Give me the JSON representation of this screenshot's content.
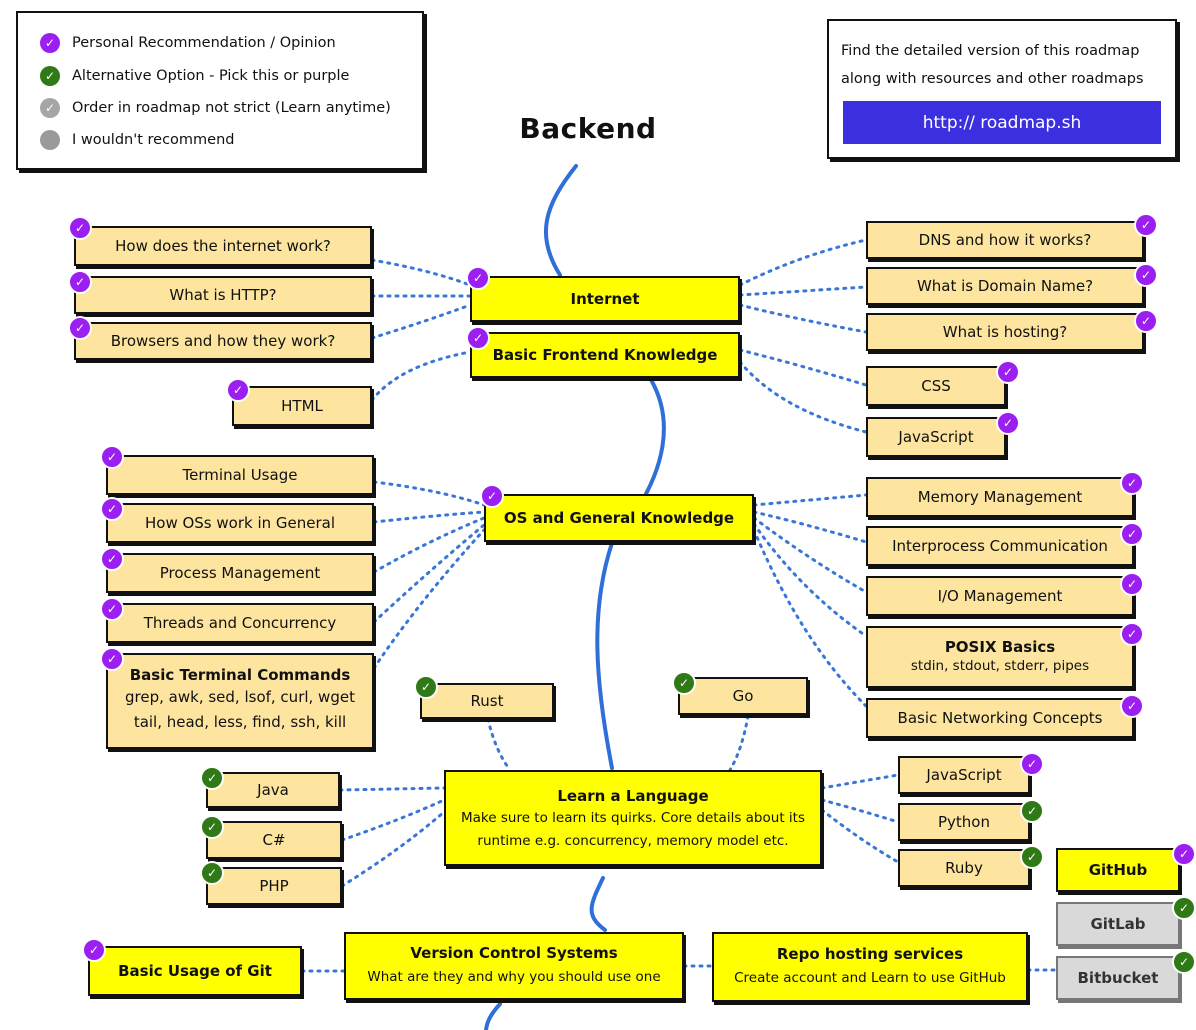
{
  "colors": {
    "purple": "#9a1ff0",
    "green": "#2f7a16",
    "gray_check": "#a6a6a6",
    "gray_circle": "#9a9a9a",
    "main_node": "#ffff00",
    "sub_node": "#fde59f",
    "disabled_node": "#d9d9d9",
    "curve": "#2f6fd8",
    "dots": "#3a76d8",
    "link_button": "#3b2fe0"
  },
  "icons": {
    "check": "✓",
    "purple_check": "purple-check-icon",
    "green_check": "green-check-icon",
    "gray_check": "gray-check-icon",
    "gray_circle": "gray-circle-icon"
  },
  "legend": {
    "items": [
      {
        "label": "Personal Recommendation / Opinion",
        "icon": "purple-check-icon"
      },
      {
        "label": "Alternative Option - Pick this or purple",
        "icon": "green-check-icon"
      },
      {
        "label": "Order in roadmap not strict (Learn anytime)",
        "icon": "gray-check-icon"
      },
      {
        "label": "I wouldn't recommend",
        "icon": "gray-circle-icon"
      }
    ]
  },
  "promo": {
    "line1": "Find the detailed version of this roadmap",
    "line2": "along with resources and other roadmaps",
    "link": "http:// roadmap.sh"
  },
  "title": "Backend",
  "nodes": {
    "internet": "Internet",
    "frontend": "Basic Frontend Knowledge",
    "internet_work": "How does the internet work?",
    "http": "What is HTTP?",
    "browsers": "Browsers and how they work?",
    "html": "HTML",
    "dns": "DNS and how it works?",
    "domain": "What is Domain Name?",
    "hosting": "What is hosting?",
    "css": "CSS",
    "js_front": "JavaScript",
    "os": "OS and General Knowledge",
    "terminal": "Terminal Usage",
    "os_work": "How OSs work in General",
    "process": "Process Management",
    "threads": "Threads and Concurrency",
    "cmds_title": "Basic Terminal Commands",
    "cmds_line1": "grep, awk, sed, lsof, curl, wget",
    "cmds_line2": "tail, head, less, find, ssh, kill",
    "memory": "Memory Management",
    "ipc": "Interprocess Communication",
    "io": "I/O Management",
    "posix_title": "POSIX Basics",
    "posix_sub": "stdin, stdout, stderr, pipes",
    "networking": "Basic Networking Concepts",
    "rust": "Rust",
    "go": "Go",
    "lang_title": "Learn a Language",
    "lang_sub1": "Make sure to learn its quirks. Core details about its",
    "lang_sub2": "runtime e.g. concurrency, memory model etc.",
    "java": "Java",
    "csharp": "C#",
    "php": "PHP",
    "js_lang": "JavaScript",
    "python": "Python",
    "ruby": "Ruby",
    "git_basic": "Basic Usage of Git",
    "vcs_title": "Version Control Systems",
    "vcs_sub": "What are they and why you should use one",
    "repo_title": "Repo hosting services",
    "repo_sub": "Create account and Learn to use GitHub",
    "github": "GitHub",
    "gitlab": "GitLab",
    "bitbucket": "Bitbucket"
  }
}
